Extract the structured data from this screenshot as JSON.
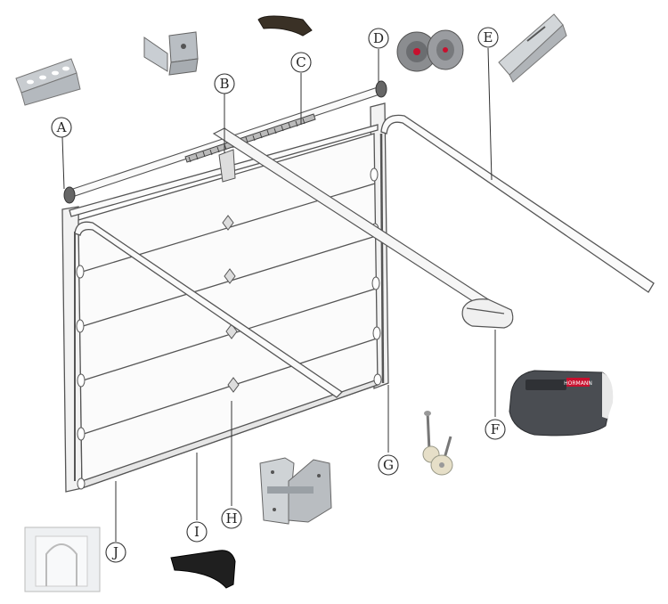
{
  "callouts": [
    {
      "id": "A",
      "label": "A"
    },
    {
      "id": "B",
      "label": "B"
    },
    {
      "id": "C",
      "label": "C"
    },
    {
      "id": "D",
      "label": "D"
    },
    {
      "id": "E",
      "label": "E"
    },
    {
      "id": "F",
      "label": "F"
    },
    {
      "id": "G",
      "label": "G"
    },
    {
      "id": "H",
      "label": "H"
    },
    {
      "id": "I",
      "label": "I"
    },
    {
      "id": "J",
      "label": "J"
    }
  ],
  "parts_thumbnails": [
    {
      "callout": "A",
      "icon": "perforated-angle-icon"
    },
    {
      "callout": "B",
      "icon": "bracket-icon"
    },
    {
      "callout": "C",
      "icon": "torsion-spring-icon"
    },
    {
      "callout": "D",
      "icon": "cable-drum-icon"
    },
    {
      "callout": "E",
      "icon": "track-section-icon"
    },
    {
      "callout": "F",
      "icon": "door-opener-motor-icon"
    },
    {
      "callout": "G",
      "icon": "roller-wheel-icon"
    },
    {
      "callout": "H",
      "icon": "hinge-icon"
    },
    {
      "callout": "I",
      "icon": "bottom-seal-icon"
    },
    {
      "callout": "J",
      "icon": "panel-texture-icon"
    }
  ],
  "opener_brand_text": "HORMANN",
  "colors": {
    "line": "#555555",
    "panel": "#f4f4f4",
    "metal": "#c9ced3",
    "motor_body": "#4a4d52",
    "motor_accent": "#c8102e"
  }
}
